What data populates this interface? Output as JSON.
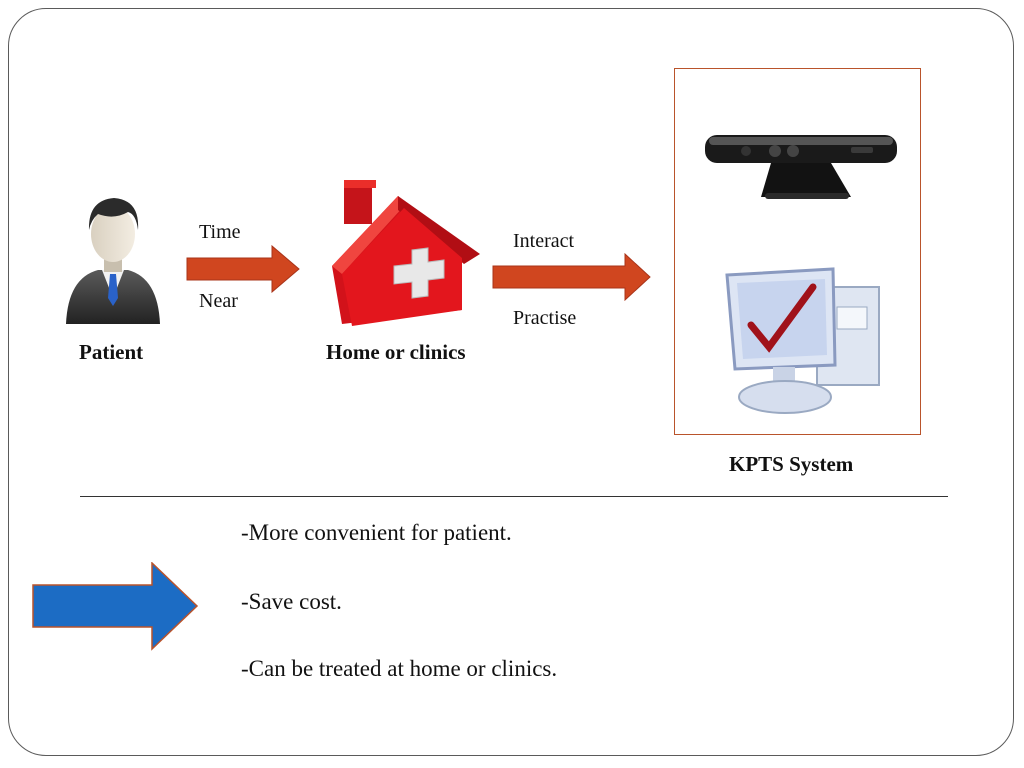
{
  "flow": {
    "patient_label": "Patient",
    "arrow1_top_label": "Time",
    "arrow1_bottom_label": "Near",
    "home_label": "Home or clinics",
    "arrow2_top_label": "Interact",
    "arrow2_bottom_label": "Practise",
    "system_label": "KPTS System"
  },
  "benefits": [
    "-More convenient for patient.",
    "-Save cost.",
    "-Can be treated at home or clinics."
  ],
  "colors": {
    "flow_arrow": "#d0461f",
    "benefit_arrow": "#1c6cc4",
    "house_red": "#e3161d",
    "box_border": "#b9532b"
  },
  "icons": [
    "patient-icon",
    "house-clinic-icon",
    "kinect-sensor-icon",
    "computer-check-icon"
  ]
}
